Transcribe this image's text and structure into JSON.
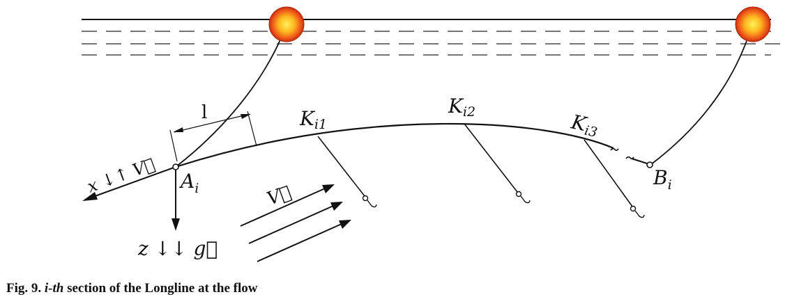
{
  "diagram": {
    "axis_x_label": "x ↓↑ V⃗",
    "axis_z_label": "z ↓↓ g⃗",
    "flow_label": "V⃗",
    "length_label": "l",
    "point_a": {
      "main": "A",
      "sub": "i"
    },
    "point_b": {
      "main": "B",
      "sub": "i"
    },
    "hooks": [
      {
        "main": "K",
        "sub": "i1"
      },
      {
        "main": "K",
        "sub": "i2"
      },
      {
        "main": "K",
        "sub": "i3"
      }
    ]
  },
  "caption": {
    "prefix": "Fig. 9.",
    "italic": "i-th",
    "rest": "section of the Longline at the flow"
  },
  "colors": {
    "line": "#111111",
    "buoy_core": "#ffd21a",
    "buoy_edge": "#e0401a"
  }
}
